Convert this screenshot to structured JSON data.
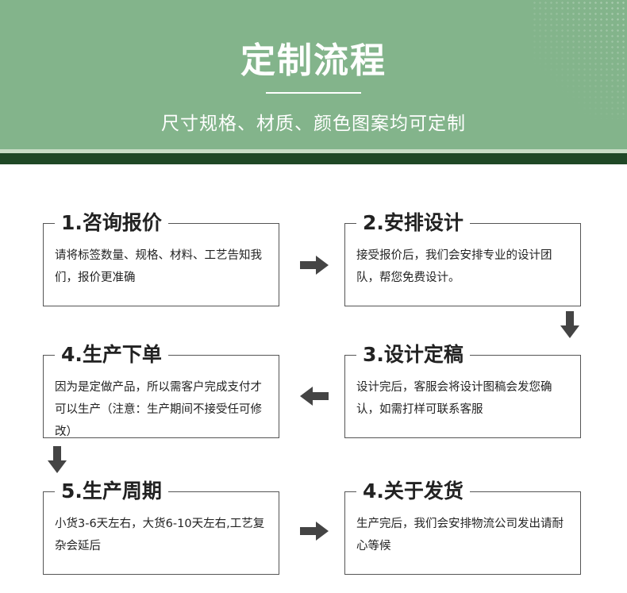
{
  "banner": {
    "title": "定制流程",
    "subtitle": "尺寸规格、材质、颜色图案均可定制"
  },
  "steps": [
    {
      "title": "1.咨询报价",
      "text": "请将标签数量、规格、材料、工艺告知我们，报价更准确"
    },
    {
      "title": "2.安排设计",
      "text": "接受报价后，我们会安排专业的设计团队，帮您免费设计。"
    },
    {
      "title": "3.设计定稿",
      "text": "设计完后，客服会将设计图稿会发您确认，如需打样可联系客服"
    },
    {
      "title": "4.生产下单",
      "text": "因为是定做产品，所以需客户完成支付才可以生产（注意：生产期间不接受任可修改）"
    },
    {
      "title": "5.生产周期",
      "text": "小货3-6天左右，大货6-10天左右,工艺复杂会延后"
    },
    {
      "title": "4.关于发货",
      "text": "生产完后，我们会安排物流公司发出请耐心等候"
    }
  ],
  "colors": {
    "banner": "#83b48b",
    "band_dark": "#1f4826",
    "arrow": "#444444"
  },
  "icons": {
    "flow_arrow": "arrow-icon"
  }
}
